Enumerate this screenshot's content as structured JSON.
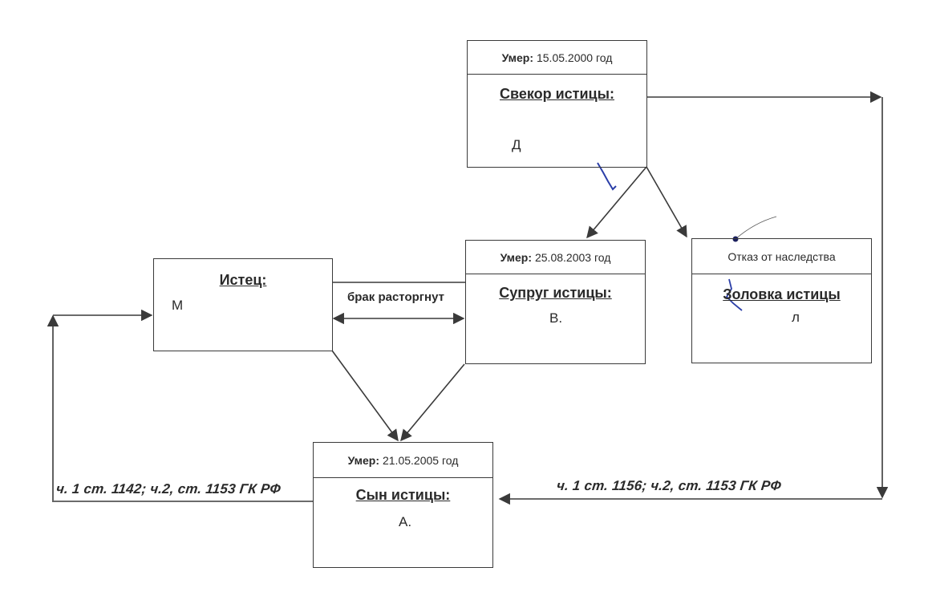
{
  "colors": {
    "line": "#3a3a3a",
    "ink": "#2a2a2a",
    "pen_mark": "#2b3fa8"
  },
  "nodes": {
    "father_in_law": {
      "head_prefix": "Умер:",
      "head_date": "15.05.2000 год",
      "title": "Свекор истицы:",
      "person": "Д"
    },
    "husband": {
      "head_prefix": "Умер:",
      "head_date": "25.08.2003 год",
      "title": "Супруг истицы:",
      "person": "В."
    },
    "sister_in_law": {
      "head": "Отказ от наследства",
      "title": "Золовка истицы",
      "person": "л"
    },
    "plaintiff": {
      "title": "Истец:",
      "person": "М"
    },
    "son": {
      "head_prefix": "Умер:",
      "head_date": "21.05.2005 год",
      "title": "Сын истицы:",
      "person": "А."
    }
  },
  "edges": {
    "divorce_label": "брак расторгнут",
    "law_left": "ч. 1 ст. 1142; ч.2, ст. 1153 ГК РФ",
    "law_right": "ч. 1 ст. 1156; ч.2, ст. 1153 ГК РФ"
  }
}
